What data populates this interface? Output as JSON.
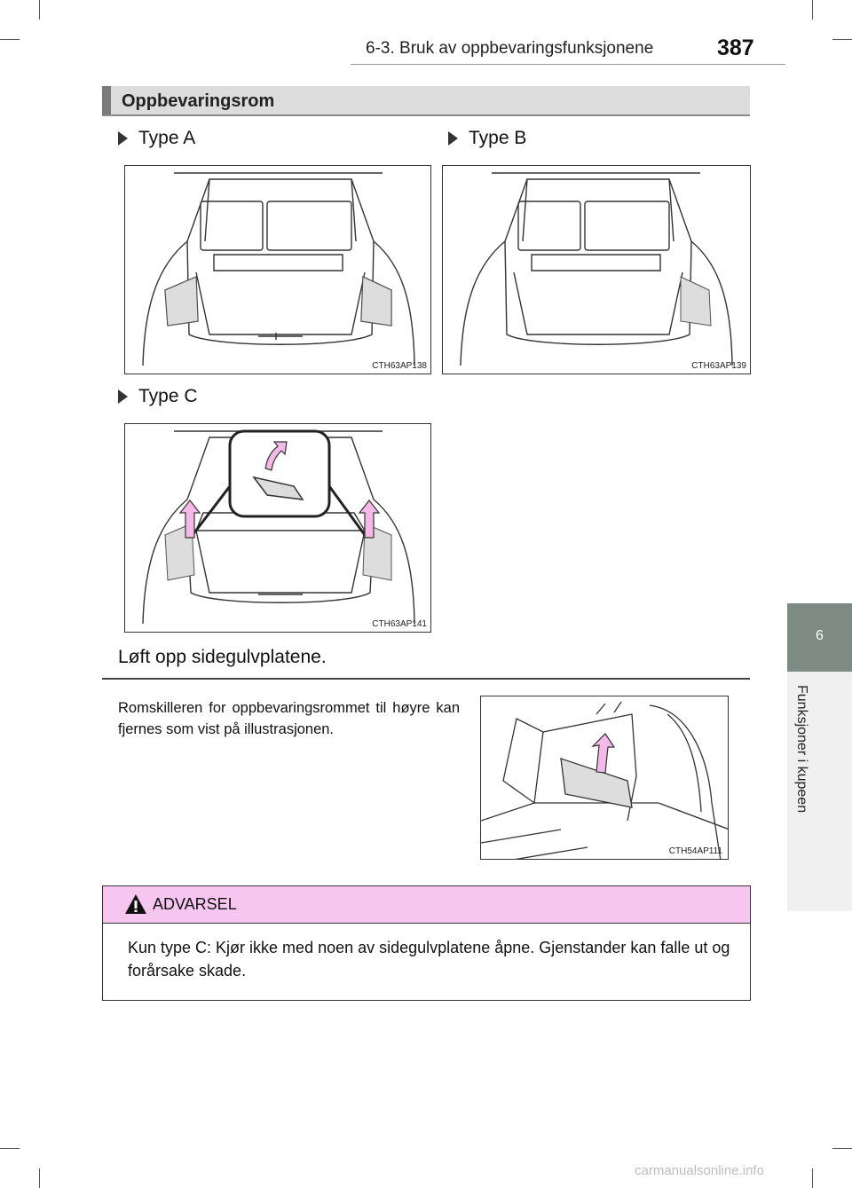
{
  "header": {
    "title": "6-3. Bruk av oppbevaringsfunksjonene",
    "page_number": "387"
  },
  "section": {
    "title": "Oppbevaringsrom"
  },
  "types": [
    {
      "label": "Type A",
      "code": "CTH63AP138"
    },
    {
      "label": "Type B",
      "code": "CTH63AP139"
    },
    {
      "label": "Type C",
      "code": "CTH63AP141"
    }
  ],
  "caption": "Løft opp sidegulvplatene.",
  "paragraph": "Romskilleren for oppbevaringsrommet til høyre kan fjernes som vist på illustrasjo­nen.",
  "divider_figure": {
    "code": "CTH54AP111"
  },
  "warning": {
    "label": "ADVARSEL",
    "text": "Kun type C: Kjør ikke med noen av sidegulvplatene åpne. Gjenstander kan falle ut og forårsake skade."
  },
  "side_tab": {
    "number": "6",
    "chapter": "Funksjoner i kupeen"
  },
  "watermark": "carmanualsonline.info",
  "colors": {
    "warning_bg": "#f6c6f0",
    "section_bar": "#dcdcdc",
    "side_tab": "#7e8a84",
    "arrow": "#f4b9e6"
  }
}
